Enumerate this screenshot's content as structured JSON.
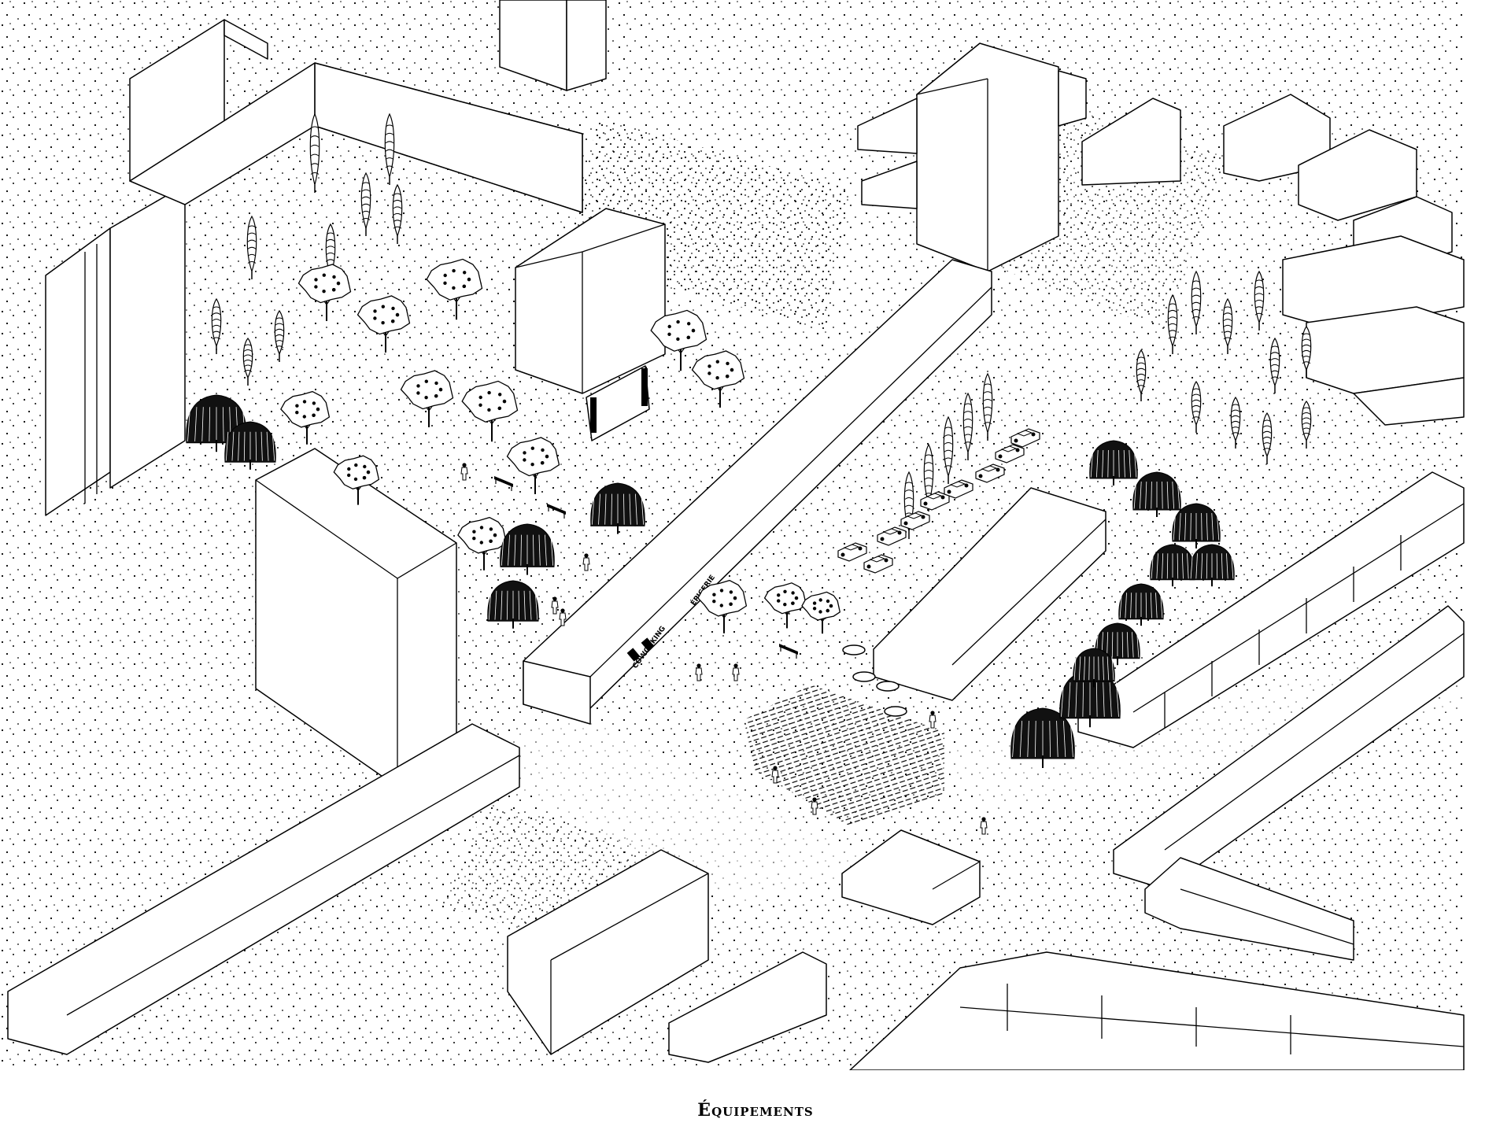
{
  "caption": {
    "title": "Équipements"
  },
  "signage": {
    "coworking": "COWORKING",
    "epicerie": "ÉPICERIE"
  },
  "colors": {
    "ink": "#000000",
    "paper": "#ffffff"
  },
  "icons": {
    "tree": "deciduous-tree-icon",
    "cypress": "cypress-tree-icon",
    "willow": "willow-tree-icon",
    "car": "car-icon",
    "person": "person-icon",
    "bench": "bench-icon"
  }
}
